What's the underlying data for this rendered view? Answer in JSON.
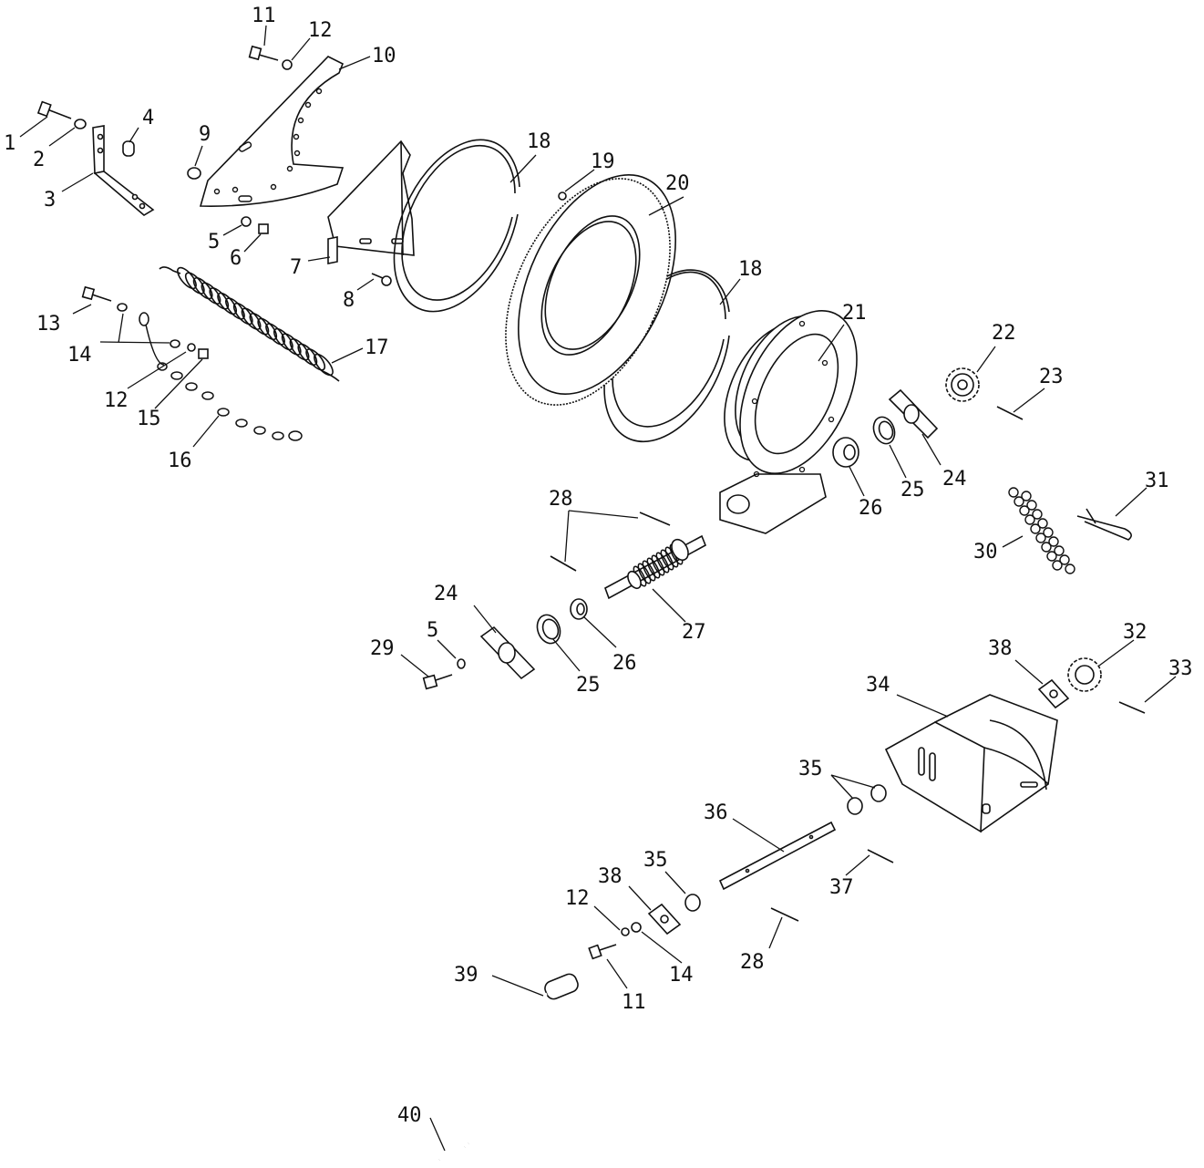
{
  "diagram": {
    "labels": [
      {
        "id": "l1",
        "text": "1"
      },
      {
        "id": "l2",
        "text": "2"
      },
      {
        "id": "l3",
        "text": "3"
      },
      {
        "id": "l4",
        "text": "4"
      },
      {
        "id": "l5a",
        "text": "5"
      },
      {
        "id": "l6",
        "text": "6"
      },
      {
        "id": "l7",
        "text": "7"
      },
      {
        "id": "l8",
        "text": "8"
      },
      {
        "id": "l9",
        "text": "9"
      },
      {
        "id": "l10",
        "text": "10"
      },
      {
        "id": "l11a",
        "text": "11"
      },
      {
        "id": "l12a",
        "text": "12"
      },
      {
        "id": "l13",
        "text": "13"
      },
      {
        "id": "l14a",
        "text": "14"
      },
      {
        "id": "l12b",
        "text": "12"
      },
      {
        "id": "l15",
        "text": "15"
      },
      {
        "id": "l16",
        "text": "16"
      },
      {
        "id": "l17",
        "text": "17"
      },
      {
        "id": "l18a",
        "text": "18"
      },
      {
        "id": "l19",
        "text": "19"
      },
      {
        "id": "l20",
        "text": "20"
      },
      {
        "id": "l18b",
        "text": "18"
      },
      {
        "id": "l21",
        "text": "21"
      },
      {
        "id": "l22",
        "text": "22"
      },
      {
        "id": "l23",
        "text": "23"
      },
      {
        "id": "l24a",
        "text": "24"
      },
      {
        "id": "l25a",
        "text": "25"
      },
      {
        "id": "l26a",
        "text": "26"
      },
      {
        "id": "l31",
        "text": "31"
      },
      {
        "id": "l30",
        "text": "30"
      },
      {
        "id": "l28a",
        "text": "28"
      },
      {
        "id": "l27",
        "text": "27"
      },
      {
        "id": "l24b",
        "text": "24"
      },
      {
        "id": "l5b",
        "text": "5"
      },
      {
        "id": "l29",
        "text": "29"
      },
      {
        "id": "l25b",
        "text": "25"
      },
      {
        "id": "l26b",
        "text": "26"
      },
      {
        "id": "l32",
        "text": "32"
      },
      {
        "id": "l38a",
        "text": "38"
      },
      {
        "id": "l33",
        "text": "33"
      },
      {
        "id": "l34",
        "text": "34"
      },
      {
        "id": "l35a",
        "text": "35"
      },
      {
        "id": "l36",
        "text": "36"
      },
      {
        "id": "l35b",
        "text": "35"
      },
      {
        "id": "l37",
        "text": "37"
      },
      {
        "id": "l38b",
        "text": "38"
      },
      {
        "id": "l12c",
        "text": "12"
      },
      {
        "id": "l14b",
        "text": "14"
      },
      {
        "id": "l11b",
        "text": "11"
      },
      {
        "id": "l28b",
        "text": "28"
      },
      {
        "id": "l39",
        "text": "39"
      },
      {
        "id": "l40",
        "text": "40"
      }
    ]
  }
}
